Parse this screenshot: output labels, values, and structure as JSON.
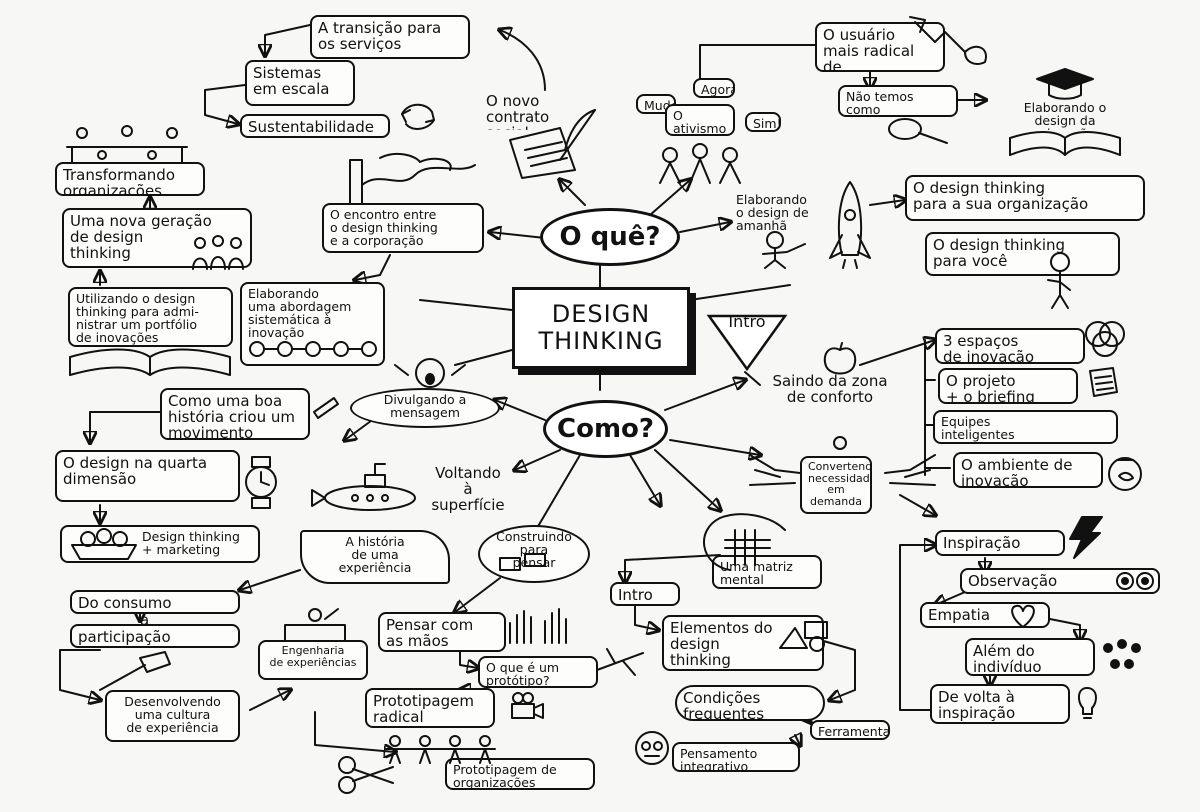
{
  "title": "DESIGN\nTHINKING",
  "hubs": {
    "what": "O quê?",
    "how": "Como?",
    "intro": "Intro"
  },
  "nodes": {
    "transicao": "A transição para\nos serviços",
    "sistemas": "Sistemas\nem escala",
    "sustentabilidade": "Sustentabilidade",
    "contrato": "O novo contrato\nsocial",
    "mude": "Mude!",
    "agora": "Agora!",
    "ativismo": "O ativismo\nno design",
    "sim": "Sim!",
    "radical_user": "O usuário\nmais radical de\ntodos",
    "influenciar": "Não temos como\ninfluenciar tudo",
    "educacao": "Elaborando o\ndesign da educação",
    "transformando": "Transformando\norganizações",
    "nova_geracao": "Uma nova geração\nde design\nthinking",
    "encontro": "O encontro entre\no design thinking\ne a corporação",
    "amanha": "Elaborando\no design de\namanhã",
    "sua_organizacao": "O design thinking\npara a  sua organização",
    "para_voce": "O design thinking\npara você",
    "portfolio": "Utilizando o design\nthinking para admi-\nnistrar um portfólio\nde inovações",
    "abordagem": "Elaborando\numa abordagem\nsistemática à\ninovação",
    "divulgando": "Divulgando a\nmensagem",
    "boa_historia": "Como uma boa\nhistória criou um\nmovimento",
    "quarta_dimensao": "O design na quarta\ndimensão",
    "marketing": "Design thinking\n+ marketing",
    "voltando": "Voltando\nà\nsuperfície",
    "saindo": "Saindo da zona\nde conforto",
    "espacos": "3 espaços\nde inovação",
    "projeto": "O projeto\n+ o briefing",
    "equipes": "Equipes\ninteligentes",
    "ambiente": "O ambiente de\ninovação",
    "convertendo": "Convertendo\nnecessidade\nem demanda",
    "historia_exp": "A história\nde uma\nexperiência",
    "construindo": "Construindo\npara\npensar",
    "matriz": "Uma matriz\nmental",
    "intro2": "Intro",
    "elementos": "Elementos do\ndesign\nthinking",
    "condicoes": "Condições\nfrequentes",
    "ferramentas": "Ferramentas",
    "pensamento": "Pensamento\nintegrativo",
    "consumo": "Do consumo",
    "a": "à",
    "participacao": "participação",
    "engenharia": "Engenharia\nde experiências",
    "cultura": "Desenvolvendo\numa cultura\nde experiência",
    "pensar_maos": "Pensar com\nas mãos",
    "prototipo": "O que é um\nprotótipo?",
    "prototipagem_radical": "Prototipagem\nradical",
    "prototipagem_org": "Prototipagem de\norganizações",
    "inspiracao": "Inspiração",
    "observacao": "Observação",
    "empatia": "Empatia",
    "alem": "Além do\nindivíduo",
    "de_volta": "De volta à\ninspiração"
  },
  "icons": [
    "recycle-icon",
    "quill-pen-icon",
    "protest-signs-icon",
    "wrench-icon",
    "graduation-cap-icon",
    "book-icon",
    "magnifier-icon",
    "factory-icon",
    "rocket-icon",
    "astronaut-icon",
    "people-icon",
    "person-icon",
    "rings-icon",
    "briefcase-icon",
    "goldfish-bowl-icon",
    "apple-icon",
    "megaphone-figure-icon",
    "watch-icon",
    "fruit-basket-icon",
    "submarine-icon",
    "telescope-icon",
    "hands-icon",
    "grid-head-icon",
    "lightning-icon",
    "eyes-icon",
    "heart-icon",
    "lightbulb-icon",
    "scissors-icon",
    "paper-dolls-icon",
    "camera-icon",
    "airplane-icon",
    "hammer-icon",
    "head-icon",
    "cloud-icon"
  ]
}
